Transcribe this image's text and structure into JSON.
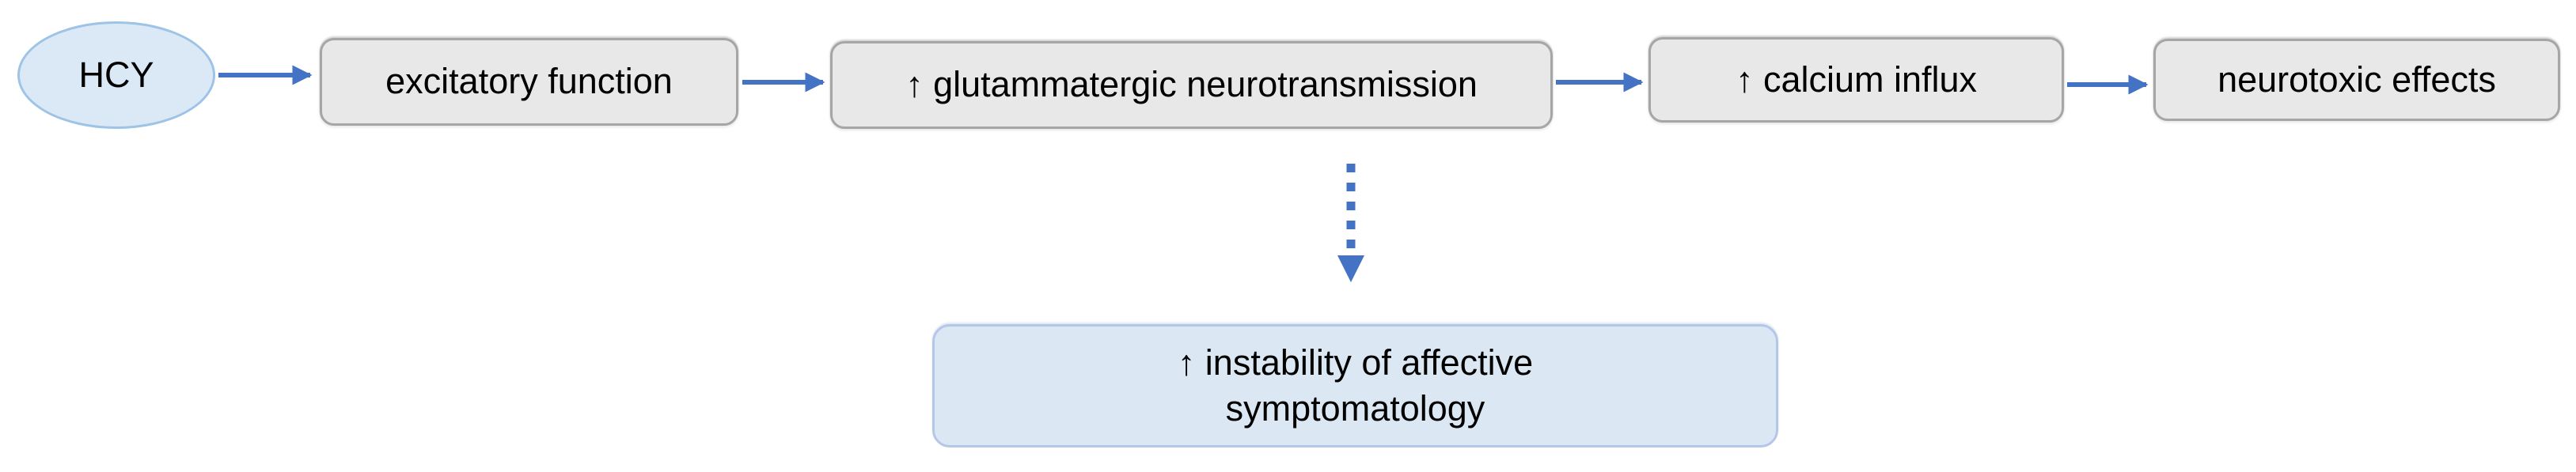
{
  "diagram": {
    "background": "#ffffff",
    "colors": {
      "arrow_blue": "#4472c4",
      "gray_node_fill": "#e9e8e8",
      "gray_node_border": "#a6a6a6",
      "ellipse_fill": "#dbe9f6",
      "ellipse_border": "#9dc3e6",
      "highlight_node_fill": "#dbe8f4",
      "highlight_node_border": "#b4c7e7",
      "text": "#000000"
    },
    "nodes": [
      {
        "id": "hcy",
        "shape": "ellipse",
        "label": "HCY"
      },
      {
        "id": "excitatory",
        "shape": "rounded-rect",
        "label": "excitatory function"
      },
      {
        "id": "glutamate",
        "shape": "rounded-rect",
        "label": "↑ glutammatergic neurotransmission"
      },
      {
        "id": "calcium",
        "shape": "rounded-rect",
        "label": "↑ calcium influx"
      },
      {
        "id": "neurotoxic",
        "shape": "rounded-rect",
        "label": "neurotoxic effects"
      },
      {
        "id": "instability",
        "shape": "rounded-rect",
        "label": "↑ instability of affective symptomatology"
      }
    ],
    "edges": [
      {
        "from": "hcy",
        "to": "excitatory",
        "style": "solid",
        "direction": "right"
      },
      {
        "from": "excitatory",
        "to": "glutamate",
        "style": "solid",
        "direction": "right"
      },
      {
        "from": "glutamate",
        "to": "calcium",
        "style": "solid",
        "direction": "right"
      },
      {
        "from": "calcium",
        "to": "neurotoxic",
        "style": "solid",
        "direction": "right"
      },
      {
        "from": "glutamate",
        "to": "instability",
        "style": "dashed",
        "direction": "down"
      }
    ]
  }
}
